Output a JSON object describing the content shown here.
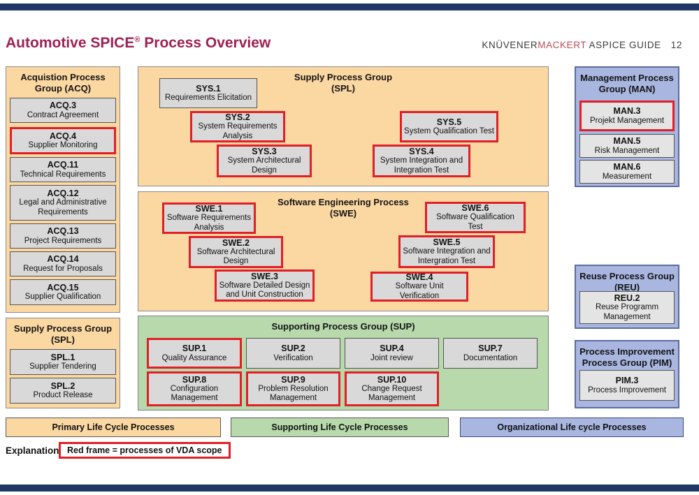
{
  "header": {
    "title_pre": "Automotive SPICE",
    "title_reg": "®",
    "title_post": " Process Overview",
    "brand_black": "KNÜVENER",
    "brand_red": "MACKERT",
    "brand_suffix": "ASPICE GUIDE",
    "page_number": "12"
  },
  "acq": {
    "title": [
      "Acquistion Process",
      "Group (ACQ)"
    ],
    "items": [
      {
        "code": "ACQ.3",
        "name": "Contract Agreement",
        "vda": false
      },
      {
        "code": "ACQ.4",
        "name": "Supplier Monitoring",
        "vda": true
      },
      {
        "code": "ACQ.11",
        "name": "Technical Requirements",
        "vda": false
      },
      {
        "code": "ACQ.12",
        "name": "Legal and Administrative Requirements",
        "vda": false
      },
      {
        "code": "ACQ.13",
        "name": "Project Requirements",
        "vda": false
      },
      {
        "code": "ACQ.14",
        "name": "Request for Proposals",
        "vda": false
      },
      {
        "code": "ACQ.15",
        "name": "Supplier Qualification",
        "vda": false
      }
    ]
  },
  "spl": {
    "title": [
      "Supply Process Group",
      "(SPL)"
    ],
    "items": [
      {
        "code": "SPL.1",
        "name": "Supplier Tendering",
        "vda": false
      },
      {
        "code": "SPL.2",
        "name": "Product Release",
        "vda": false
      }
    ]
  },
  "sys": {
    "title": [
      "Supply Process Group",
      "(SPL)"
    ],
    "boxes": [
      {
        "code": "SYS.1",
        "name": "Requirements Elicitation",
        "vda": false
      },
      {
        "code": "SYS.2",
        "name": "System Requirements Analysis",
        "vda": true
      },
      {
        "code": "SYS.3",
        "name": "System Architectural Design",
        "vda": true
      },
      {
        "code": "SYS.5",
        "name": "System Qualification Test",
        "vda": true
      },
      {
        "code": "SYS.4",
        "name": "System Integration and Integration Test",
        "vda": true
      }
    ]
  },
  "swe": {
    "title": [
      "Software Engineering Process",
      "(SWE)"
    ],
    "boxes": [
      {
        "code": "SWE.1",
        "name": "Software Requirements Analysis",
        "vda": true
      },
      {
        "code": "SWE.2",
        "name": "Software Architectural Design",
        "vda": true
      },
      {
        "code": "SWE.3",
        "name": "Software Detailed Design and Unit Construction",
        "vda": true
      },
      {
        "code": "SWE.6",
        "name": "Software Qualification Test",
        "vda": true
      },
      {
        "code": "SWE.5",
        "name": "Software Integration and Intergration Test",
        "vda": true
      },
      {
        "code": "SWE.4",
        "name": "Software Unit Verification",
        "vda": true
      }
    ]
  },
  "sup": {
    "title": "Supporting Process Group (SUP)",
    "row1": [
      {
        "code": "SUP.1",
        "name": "Quality Assurance",
        "vda": true
      },
      {
        "code": "SUP.2",
        "name": "Verification",
        "vda": false
      },
      {
        "code": "SUP.4",
        "name": "Joint review",
        "vda": false
      },
      {
        "code": "SUP.7",
        "name": "Documentation",
        "vda": false
      }
    ],
    "row2": [
      {
        "code": "SUP.8",
        "name": "Configuration Management",
        "vda": true
      },
      {
        "code": "SUP.9",
        "name": "Problem Resolution Management",
        "vda": true
      },
      {
        "code": "SUP.10",
        "name": "Change Request Management",
        "vda": true
      }
    ]
  },
  "man": {
    "title": [
      "Management Process",
      "Group (MAN)"
    ],
    "items": [
      {
        "code": "MAN.3",
        "name": "Projekt Management",
        "vda": true
      },
      {
        "code": "MAN.5",
        "name": "Risk Management",
        "vda": false
      },
      {
        "code": "MAN.6",
        "name": "Measurement",
        "vda": false
      }
    ]
  },
  "reu": {
    "title": [
      "Reuse Process Group",
      "(REU)"
    ],
    "items": [
      {
        "code": "REU.2",
        "name": "Reuse Programm Management",
        "vda": false
      }
    ]
  },
  "pim": {
    "title": [
      "Process Improvement",
      "Process Group (PIM)"
    ],
    "items": [
      {
        "code": "PIM.3",
        "name": "Process Improvement",
        "vda": false
      }
    ]
  },
  "legend": {
    "primary": "Primary Life Cycle Processes",
    "supporting": "Supporting Life Cycle Processes",
    "organizational": "Organizational Life cycle Processes"
  },
  "explanation": {
    "label": "Explanation:",
    "text": "Red frame = processes of VDA scope"
  },
  "colors": {
    "accent_red": "#e01f26",
    "orange": "#fbd7a2",
    "green": "#b7d9ab",
    "blue": "#a8b6e0",
    "navy": "#1e3765",
    "title_maroon": "#9e2155"
  }
}
